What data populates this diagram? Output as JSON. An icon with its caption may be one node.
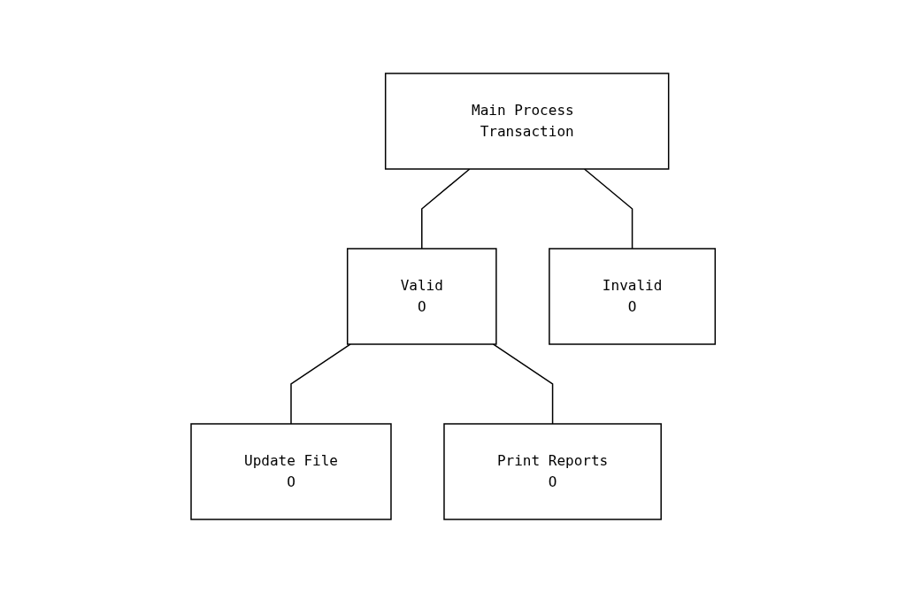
{
  "diagram": {
    "nodes": [
      {
        "text": [
          "Main Process Transaction"
        ]
      },
      {
        "text": [
          "Valid",
          "O"
        ]
      },
      {
        "text": [
          "Invalid",
          "O"
        ]
      },
      {
        "text": [
          "Update File",
          "O"
        ]
      },
      {
        "text": [
          "Print Reports",
          "O"
        ]
      }
    ],
    "edges": [
      {
        "from": 0,
        "to": 1,
        "arrow": "none"
      },
      {
        "from": 0,
        "to": 2,
        "arrow": "none"
      },
      {
        "from": 1,
        "to": 3,
        "arrow": "none"
      },
      {
        "from": 1,
        "to": 4,
        "arrow": "none"
      }
    ]
  }
}
